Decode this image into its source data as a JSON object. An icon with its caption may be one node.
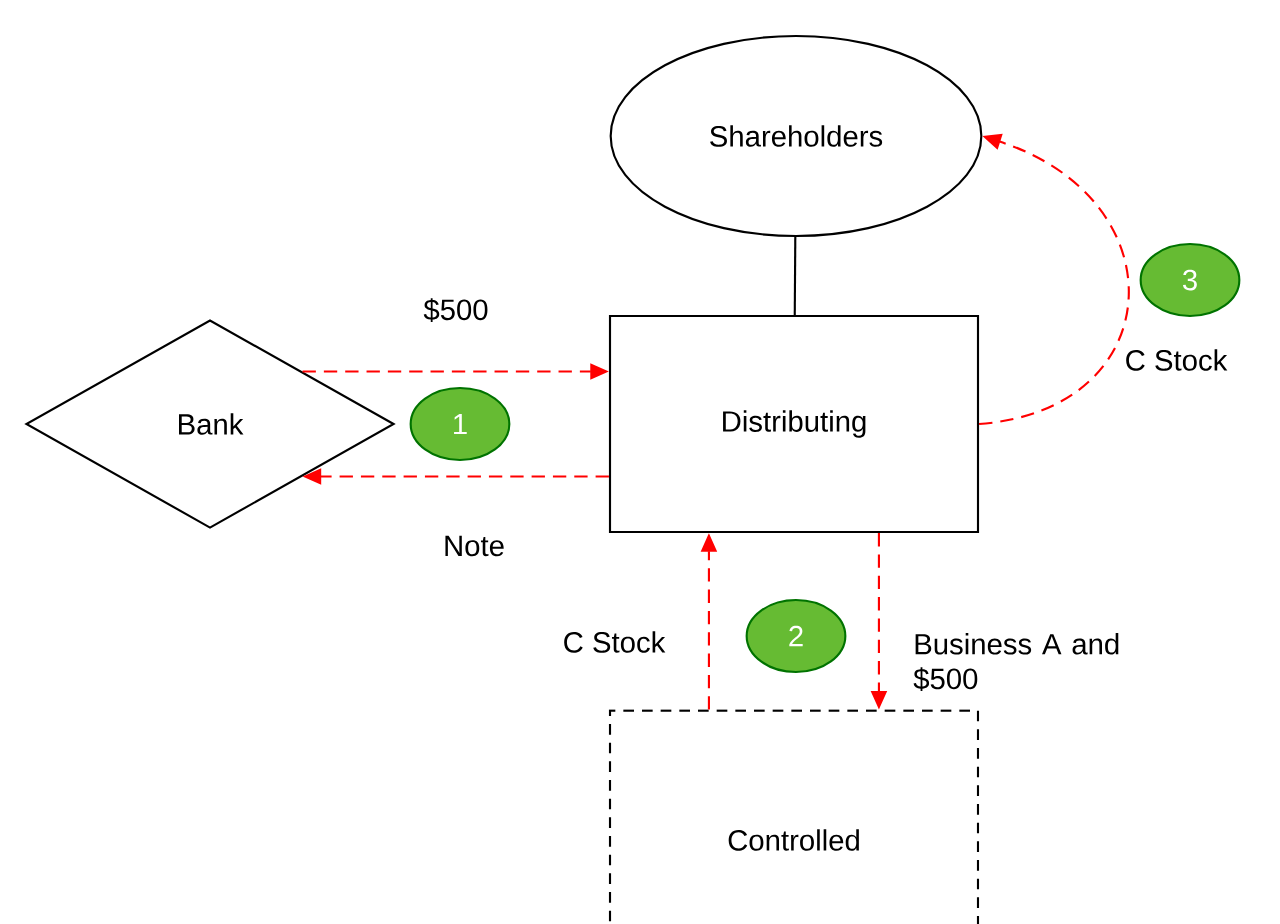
{
  "diagram": {
    "nodes": [
      {
        "text": [
          "Shareholders"
        ]
      },
      {
        "text": [
          "Bank"
        ]
      },
      {
        "text": [
          "Distributing"
        ]
      },
      {
        "text": [
          "Controlled"
        ]
      },
      {
        "text": [
          "1"
        ]
      },
      {
        "text": [
          "2"
        ]
      },
      {
        "text": [
          "3"
        ]
      }
    ],
    "edges": [
      {
        "from": 0,
        "to": 2,
        "arrow": "none",
        "color": "#000000"
      },
      {
        "from": 1,
        "to": 2,
        "arrow": "to",
        "label": "$500",
        "style": "dashed",
        "color": "#ff0000"
      },
      {
        "from": 2,
        "to": 1,
        "arrow": "to",
        "label": "Note",
        "style": "dashed",
        "color": "#ff0000"
      },
      {
        "from": 3,
        "to": 2,
        "arrow": "to",
        "label": "C Stock",
        "style": "dashed",
        "color": "#ff0000"
      },
      {
        "from": 2,
        "to": 3,
        "arrow": "to",
        "label": "Business A and $500",
        "style": "dashed",
        "color": "#ff0000"
      },
      {
        "from": 2,
        "to": 0,
        "arrow": "to",
        "label": "C Stock",
        "style": "dashed",
        "color": "#ff0000"
      }
    ]
  }
}
